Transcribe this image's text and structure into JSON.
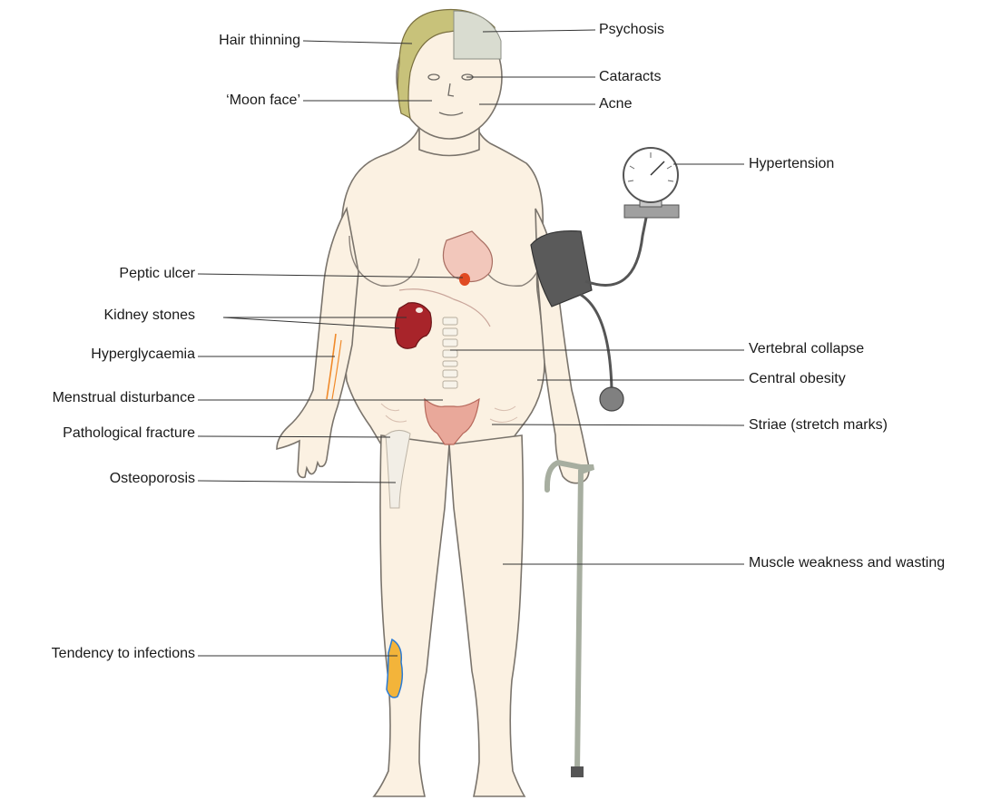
{
  "labels_left": [
    {
      "id": "hair-thinning",
      "text": "Hair thinning"
    },
    {
      "id": "moon-face",
      "text": "‘Moon face’"
    },
    {
      "id": "peptic-ulcer",
      "text": "Peptic ulcer"
    },
    {
      "id": "kidney-stones",
      "text": "Kidney stones"
    },
    {
      "id": "hyperglycaemia",
      "text": "Hyperglycaemia"
    },
    {
      "id": "menstrual-disturbance",
      "text": "Menstrual disturbance"
    },
    {
      "id": "pathological-fracture",
      "text": "Pathological fracture"
    },
    {
      "id": "osteoporosis",
      "text": "Osteoporosis"
    },
    {
      "id": "tendency-to-infections",
      "text": "Tendency to infections"
    }
  ],
  "labels_right": [
    {
      "id": "psychosis",
      "text": "Psychosis"
    },
    {
      "id": "cataracts",
      "text": "Cataracts"
    },
    {
      "id": "acne",
      "text": "Acne"
    },
    {
      "id": "hypertension",
      "text": "Hypertension"
    },
    {
      "id": "vertebral-collapse",
      "text": "Vertebral collapse"
    },
    {
      "id": "central-obesity",
      "text": "Central obesity"
    },
    {
      "id": "striae",
      "text": "Striae (stretch marks)"
    },
    {
      "id": "muscle-weakness",
      "text": "Muscle weakness and wasting"
    }
  ],
  "colors": {
    "skin": "#fbf1e2",
    "outline": "#6e6a64",
    "hair": "#c8c27a",
    "organ_red": "#a8242a",
    "uterus": "#e9a89a",
    "cuff": "#5a5a5a",
    "leader": "#333333"
  }
}
